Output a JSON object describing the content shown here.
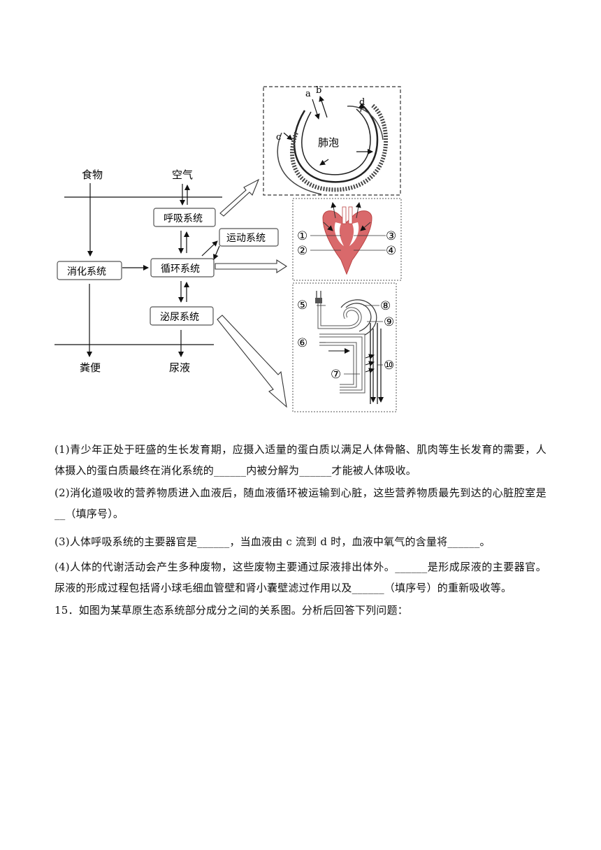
{
  "diagram": {
    "food": "食物",
    "air": "空气",
    "respiratory": "呼吸系统",
    "motor": "运动系统",
    "digestive": "消化系统",
    "circulatory": "循环系统",
    "urinary": "泌尿系统",
    "feces": "粪便",
    "urine": "尿液",
    "alveolus": "肺泡",
    "alveolus_letters": [
      "a",
      "b",
      "c",
      "d"
    ],
    "heart_numbers": [
      "①",
      "②",
      "③",
      "④"
    ],
    "nephron_numbers": [
      "⑤",
      "⑥",
      "⑦",
      "⑧",
      "⑨",
      "⑩"
    ]
  },
  "questions": [
    "(1)青少年正处于旺盛的生长发育期，应摄入适量的蛋白质以满足人体骨骼、肌肉等生长发育的需要，人体摄入的蛋白质最终在消化系统的______内被分解为______才能被人体吸收。",
    "(2)消化道吸收的营养物质进入血液后，随血液循环被运输到心脏，这些营养物质最先到达的心脏腔室是__（填序号）。",
    "(3)人体呼吸系统的主要器官是______，当血液由 c 流到 d 时，血液中氧气的含量将______。",
    "(4)人体的代谢活动会产生多种废物，这些废物主要通过尿液排出体外。______是形成尿液的主要器官。尿液的形成过程包括肾小球毛细血管壁和肾小囊壁滤过作用以及______（填序号）的重新吸收等。",
    "15．如图为某草原生态系统部分成分之间的关系图。分析后回答下列问题："
  ]
}
